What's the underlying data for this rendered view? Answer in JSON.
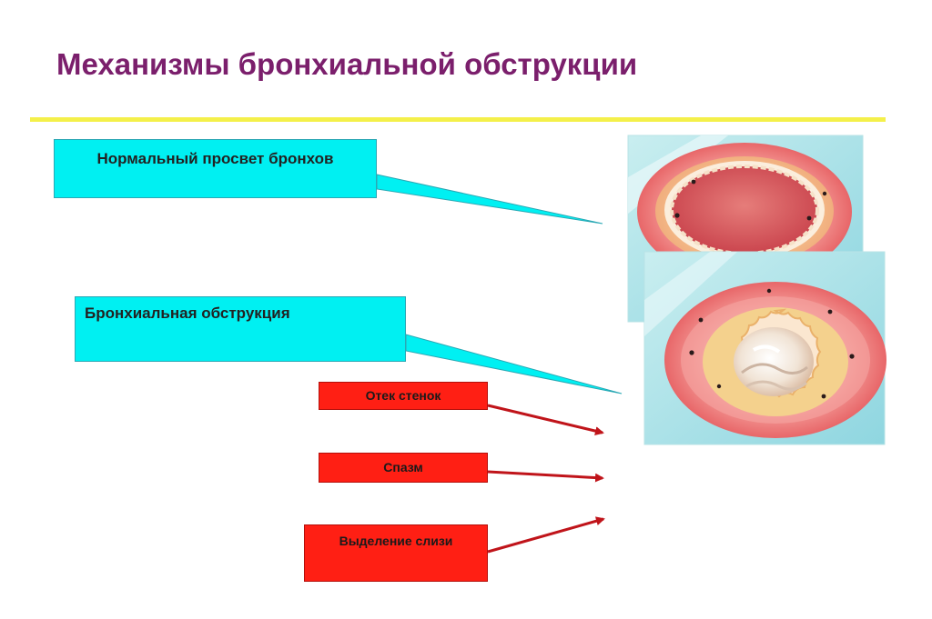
{
  "title": "Механизмы бронхиальной обструкции",
  "callouts": {
    "normal_lumen": "Нормальный просвет бронхов",
    "obstruction": "Бронхиальная обструкция"
  },
  "mechanisms": [
    {
      "label": "Отек стенок"
    },
    {
      "label": "Спазм"
    },
    {
      "label": "Выделение слизи"
    }
  ],
  "colors": {
    "title": "#7b1f6c",
    "rule": "#f4f04a",
    "callout_fill": "#00f0f2",
    "mechanism_fill": "#ff1f14",
    "arrow": "#c0141a"
  },
  "illustrations": {
    "normal": "normal-bronchus-cross-section",
    "obstructed": "obstructed-bronchus-cross-section"
  }
}
